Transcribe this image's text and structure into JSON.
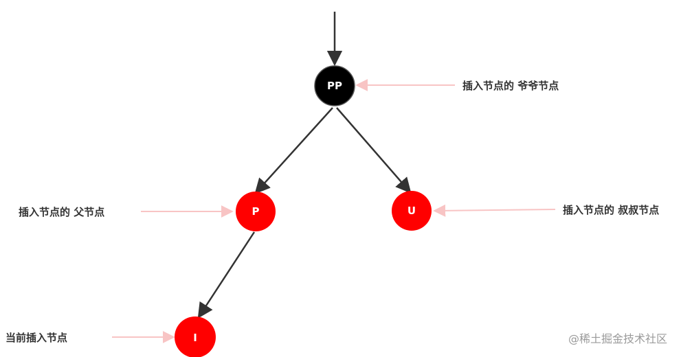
{
  "nodes": {
    "pp": {
      "label": "PP",
      "color": "#000000"
    },
    "p": {
      "label": "P",
      "color": "#ff0000"
    },
    "u": {
      "label": "U",
      "color": "#ff0000"
    },
    "i": {
      "label": "I",
      "color": "#ff0000"
    }
  },
  "annotations": {
    "grandparent": "插入节点的 爷爷节点",
    "parent": "插入节点的 父节点",
    "uncle": "插入节点的 叔叔节点",
    "current": "当前插入节点"
  },
  "watermark": "@稀土掘金技术社区",
  "colors": {
    "edge": "#333333",
    "pointer": "#f8c4c4",
    "annotation_text": "#333333"
  }
}
